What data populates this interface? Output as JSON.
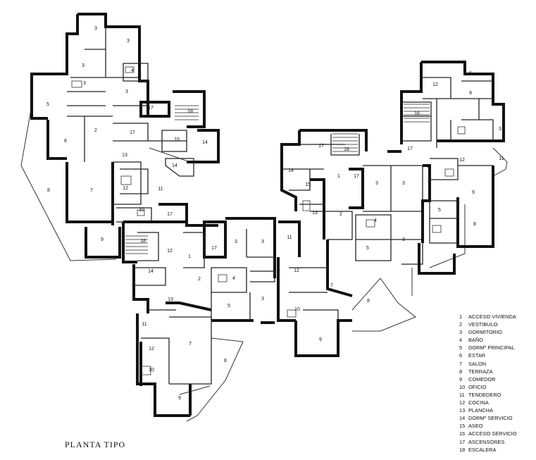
{
  "caption": "PLANTA TIPO",
  "legend": [
    {
      "num": "1",
      "label": "ACCESO VIVIENDA"
    },
    {
      "num": "2",
      "label": "VESTIBULO"
    },
    {
      "num": "3",
      "label": "DORMITORIO"
    },
    {
      "num": "4",
      "label": "BAÑO"
    },
    {
      "num": "5",
      "label": "DORMº PRINCIPAL"
    },
    {
      "num": "6",
      "label": "ESTAR"
    },
    {
      "num": "7",
      "label": "SALON"
    },
    {
      "num": "8",
      "label": "TERRAZA"
    },
    {
      "num": "9",
      "label": "COMEDOR"
    },
    {
      "num": "10",
      "label": "OFICIO"
    },
    {
      "num": "11",
      "label": "TENDEDERO"
    },
    {
      "num": "12",
      "label": "COCINA"
    },
    {
      "num": "13",
      "label": "PLANCHA"
    },
    {
      "num": "14",
      "label": "DORMº SERVICIO"
    },
    {
      "num": "15",
      "label": "ASEO"
    },
    {
      "num": "16",
      "label": "ACCESO SERVICIO"
    },
    {
      "num": "17",
      "label": "ASCENSORES"
    },
    {
      "num": "18",
      "label": "ESCALERA"
    }
  ],
  "room_numbers": [
    "3",
    "3",
    "3",
    "4",
    "3",
    "3",
    "5",
    "2",
    "6",
    "7",
    "8",
    "9",
    "17",
    "17",
    "18",
    "15",
    "14",
    "14",
    "13",
    "12",
    "10",
    "11",
    "17",
    "18",
    "12",
    "14",
    "13",
    "11",
    "12",
    "10",
    "2",
    "17",
    "3",
    "3",
    "5",
    "4",
    "3",
    "7",
    "9",
    "8",
    "11",
    "12",
    "10",
    "14",
    "17",
    "18",
    "17",
    "15",
    "13",
    "2",
    "3",
    "3",
    "5",
    "4",
    "3",
    "7",
    "9",
    "8",
    "6",
    "12",
    "9",
    "3",
    "16",
    "17",
    "1",
    "12",
    "11",
    "5",
    "9",
    "8",
    "1",
    "1"
  ]
}
